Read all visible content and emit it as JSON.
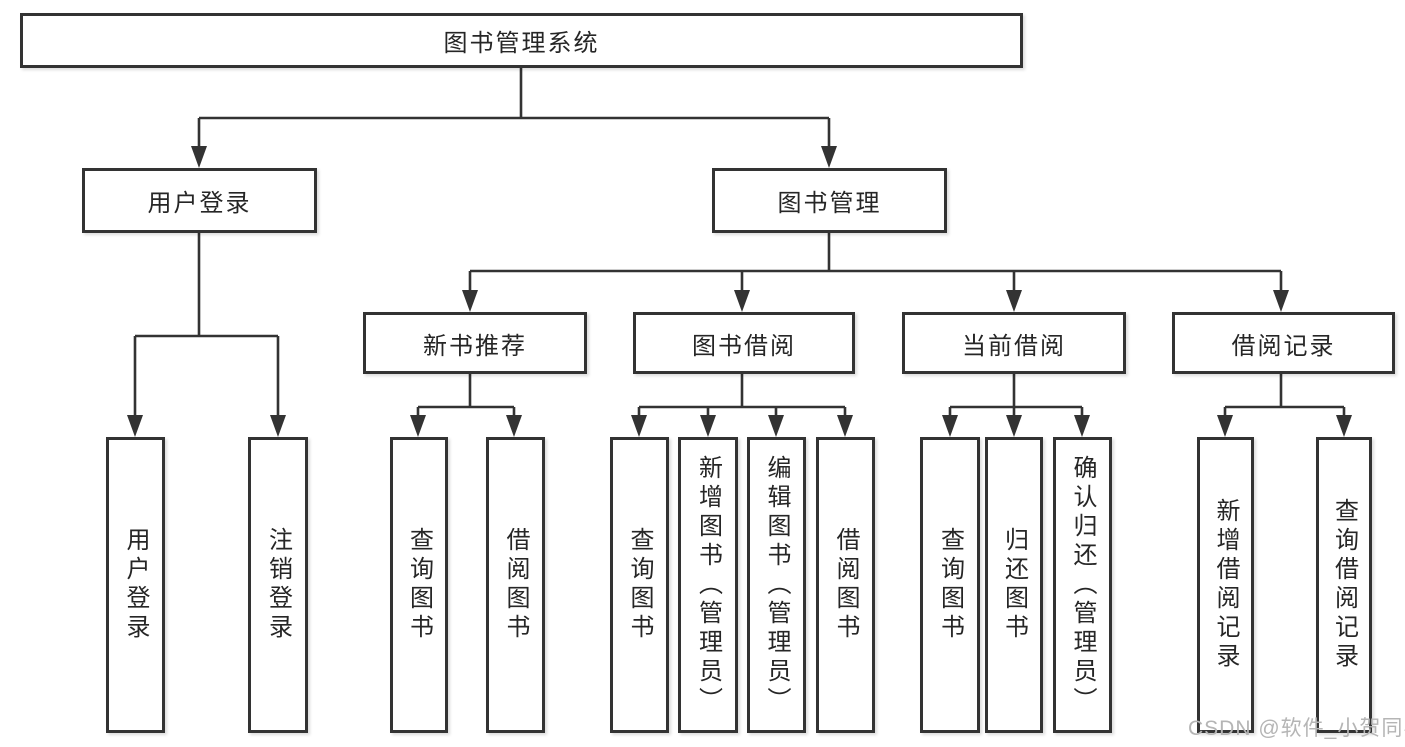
{
  "tree": {
    "root": {
      "label": "图书管理系统",
      "children": [
        {
          "label": "用户登录",
          "children": [
            {
              "label": "用户登录"
            },
            {
              "label": "注销登录"
            }
          ]
        },
        {
          "label": "图书管理",
          "children": [
            {
              "label": "新书推荐",
              "children": [
                {
                  "label": "查询图书"
                },
                {
                  "label": "借阅图书"
                }
              ]
            },
            {
              "label": "图书借阅",
              "children": [
                {
                  "label": "查询图书"
                },
                {
                  "label": "新增图书（管理员）"
                },
                {
                  "label": "编辑图书（管理员）"
                },
                {
                  "label": "借阅图书"
                }
              ]
            },
            {
              "label": "当前借阅",
              "children": [
                {
                  "label": "查询图书"
                },
                {
                  "label": "归还图书"
                },
                {
                  "label": "确认归还（管理员）"
                }
              ]
            },
            {
              "label": "借阅记录",
              "children": [
                {
                  "label": "新增借阅记录"
                },
                {
                  "label": "查询借阅记录"
                }
              ]
            }
          ]
        }
      ]
    }
  },
  "watermark": {
    "text": "CSDN @软件_小贺同学"
  },
  "colors": {
    "line": "#333333",
    "box_border": "#333333",
    "text": "#262626",
    "watermark": "#b5b5b5",
    "background": "#ffffff"
  }
}
